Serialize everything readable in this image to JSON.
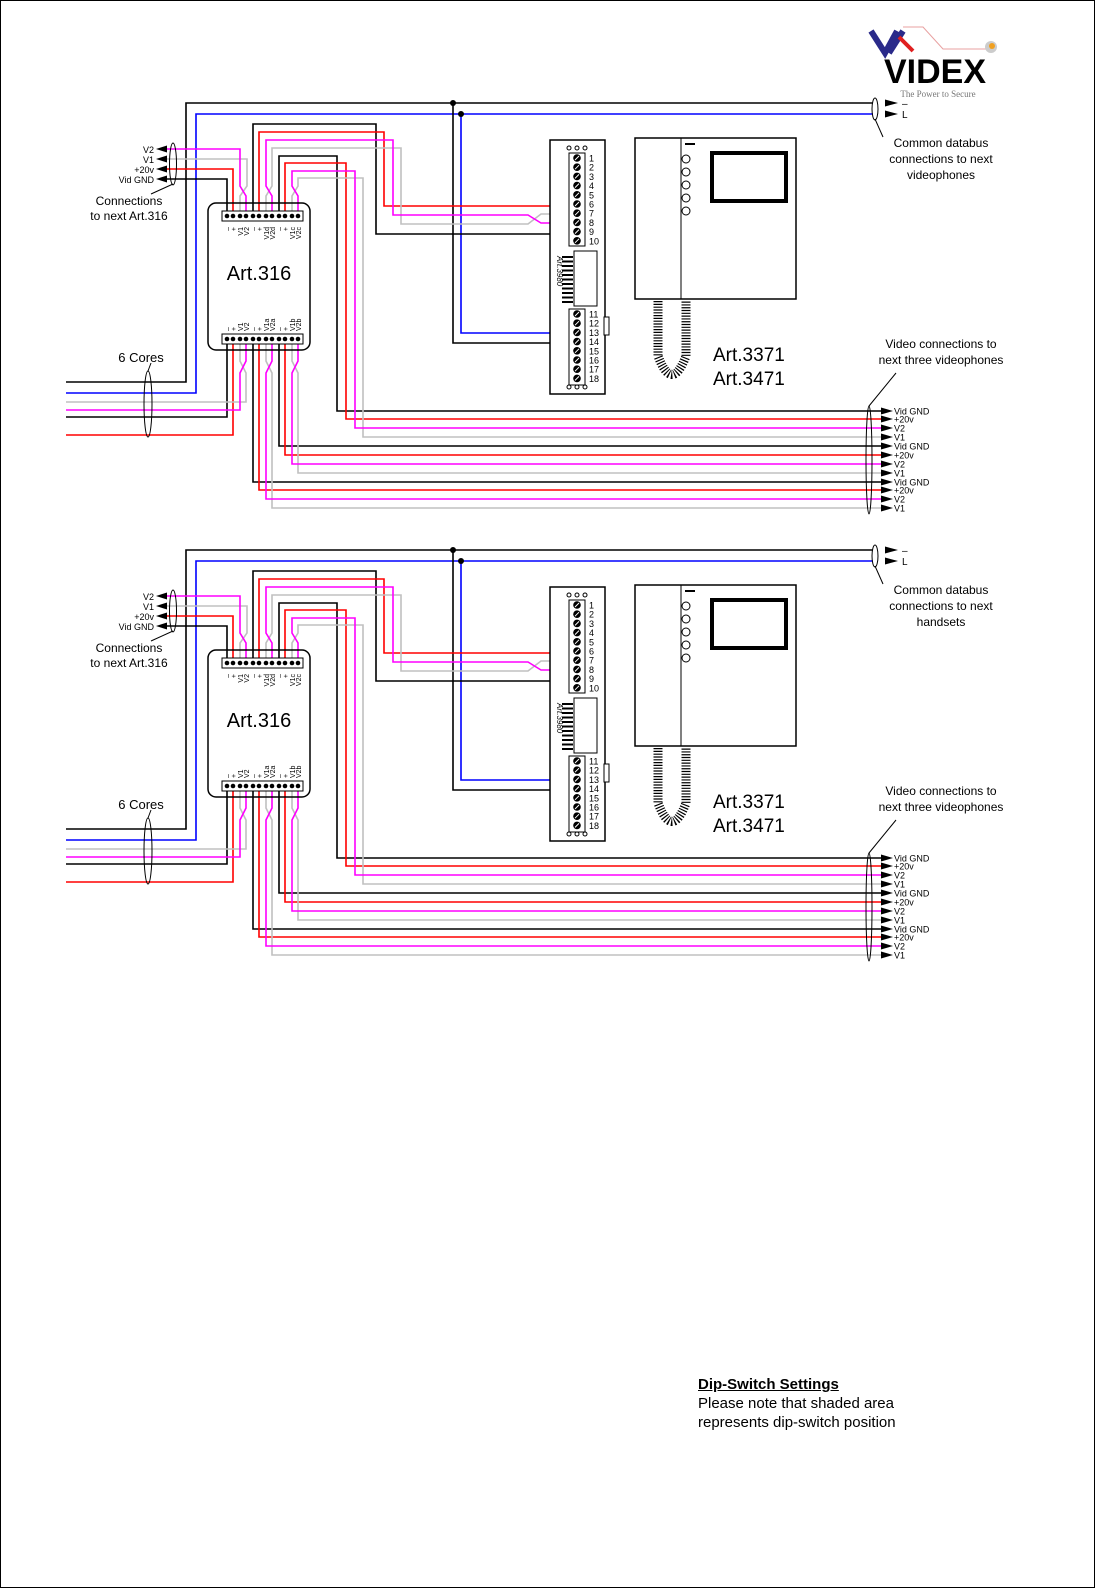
{
  "logo": {
    "brand": "VIDEX",
    "tagline": "The Power to Secure"
  },
  "wire_colors": {
    "ground": "#000000",
    "power": "#ff0000",
    "v1": "#c0c0c0",
    "v2": "#ff00ff",
    "databus_L": "#0000ff"
  },
  "blocks": [
    {
      "databus_labels": [
        "–",
        "L"
      ],
      "databus_note": [
        "Common databus",
        "connections to next",
        "videophones"
      ],
      "video_note": [
        "Video connections to",
        "next three videophones"
      ],
      "next_unit_outputs": [
        "V2",
        "V1",
        "+20v",
        "Vid GND"
      ],
      "next_unit_note": [
        "Connections",
        "to next Art.316"
      ],
      "cable_note": "6 Cores",
      "distributor": {
        "name": "Art.316",
        "top_terminals": [
          "–",
          "+",
          "V1",
          "V2",
          "–",
          "+",
          "V1d",
          "V2d",
          "–",
          "+",
          "V1c",
          "V2c"
        ],
        "bottom_terminals": [
          "–",
          "+",
          "V1",
          "V2",
          "–",
          "+",
          "V1a",
          "V2a",
          "–",
          "+",
          "V1b",
          "V2b"
        ]
      },
      "interface": {
        "name": "Art.3980",
        "terminals": [
          "1",
          "2",
          "3",
          "4",
          "5",
          "6",
          "7",
          "8",
          "9",
          "10",
          "11",
          "12",
          "13",
          "14",
          "15",
          "16",
          "17",
          "18"
        ]
      },
      "videophone": {
        "models": [
          "Art.3371",
          "Art.3471"
        ]
      },
      "outputs": [
        "Vid GND",
        "+20v",
        "V2",
        "V1",
        "Vid GND",
        "+20v",
        "V2",
        "V1",
        "Vid GND",
        "+20v",
        "V2",
        "V1"
      ]
    },
    {
      "databus_labels": [
        "–",
        "L"
      ],
      "databus_note": [
        "Common databus",
        "connections to next",
        "handsets"
      ],
      "video_note": [
        "Video connections to",
        "next three videophones"
      ],
      "next_unit_outputs": [
        "V2",
        "V1",
        "+20v",
        "Vid GND"
      ],
      "next_unit_note": [
        "Connections",
        "to next Art.316"
      ],
      "cable_note": "6 Cores",
      "distributor": {
        "name": "Art.316",
        "top_terminals": [
          "–",
          "+",
          "V1",
          "V2",
          "–",
          "+",
          "V1d",
          "V2d",
          "–",
          "+",
          "V1c",
          "V2c"
        ],
        "bottom_terminals": [
          "–",
          "+",
          "V1",
          "V2",
          "–",
          "+",
          "V1a",
          "V2a",
          "–",
          "+",
          "V1b",
          "V2b"
        ]
      },
      "interface": {
        "name": "Art.3980",
        "terminals": [
          "1",
          "2",
          "3",
          "4",
          "5",
          "6",
          "7",
          "8",
          "9",
          "10",
          "11",
          "12",
          "13",
          "14",
          "15",
          "16",
          "17",
          "18"
        ]
      },
      "videophone": {
        "models": [
          "Art.3371",
          "Art.3471"
        ]
      },
      "outputs": [
        "Vid GND",
        "+20v",
        "V2",
        "V1",
        "Vid GND",
        "+20v",
        "V2",
        "V1",
        "Vid GND",
        "+20v",
        "V2",
        "V1"
      ]
    }
  ],
  "dip_switch": {
    "title": "Dip-Switch Settings",
    "note": [
      "Please note that shaded area",
      "represents dip-switch position"
    ]
  }
}
